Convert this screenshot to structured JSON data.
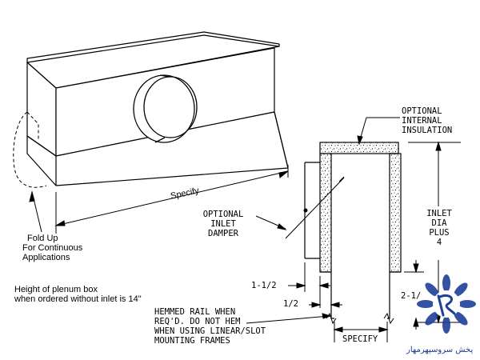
{
  "labels": {
    "specify_main": "Specify",
    "fold_up": [
      "Fold Up",
      "For Continuous",
      "Applications"
    ],
    "plenum_height": [
      "Height of plenum box",
      "when ordered without inlet is 14\""
    ],
    "optional_internal_insulation": [
      "OPTIONAL",
      "INTERNAL",
      "INSULATION"
    ],
    "optional_inlet_damper": [
      "OPTIONAL",
      "INLET",
      "DAMPER"
    ],
    "inlet_dia_plus": [
      "INLET",
      "DIA",
      "PLUS",
      "4"
    ],
    "dim_1_1_2": "1-1/2",
    "dim_1_2": "1/2",
    "dim_2_1": "2-1/",
    "hemmed_rail": [
      "HEMMED RAIL WHEN",
      "REQ'D. DO NOT HEM",
      "WHEN USING LINEAR/SLOT",
      "MOUNTING FRAMES"
    ],
    "specify_section": "SPECIFY"
  },
  "logo": {
    "text": "پخش سروسپهرمهار",
    "color": "#1a3a8c"
  }
}
